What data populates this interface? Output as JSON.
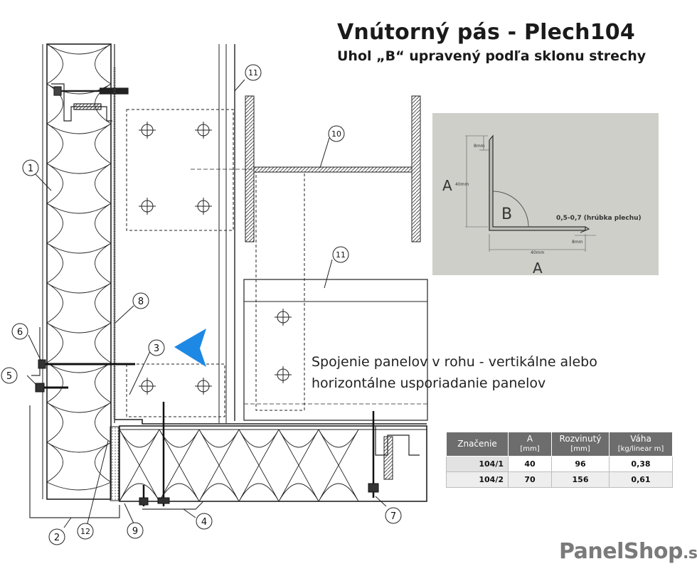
{
  "title": "Vnútorný pás - Plech104",
  "subtitle": "Uhol „B“ upravený podľa sklonu strechy",
  "caption_line1": "Spojenie panelov v rohu - vertikálne alebo",
  "caption_line2": "horizontálne usporiadanie panelov",
  "callouts": [
    "1",
    "2",
    "3",
    "4",
    "5",
    "6",
    "7",
    "8",
    "9",
    "10",
    "11",
    "11",
    "12"
  ],
  "profile_sketch": {
    "label_a_left": "A",
    "label_a_bottom": "A",
    "label_b": "B",
    "dim_left": "40mm",
    "dim_bottom": "40mm",
    "dim_top_hem": "8mm",
    "dim_right_hem": "8mm",
    "thickness_note": "0,5-0,7 (hrúbka plechu)"
  },
  "table": {
    "headers": [
      {
        "main": "Značenie",
        "unit": ""
      },
      {
        "main": "A",
        "unit": "[mm]"
      },
      {
        "main": "Rozvinutý",
        "unit": "[mm]"
      },
      {
        "main": "Váha",
        "unit": "[kg/linear m]"
      }
    ],
    "rows": [
      {
        "code": "104/1",
        "a": "40",
        "developed": "96",
        "weight": "0,38"
      },
      {
        "code": "104/2",
        "a": "70",
        "developed": "156",
        "weight": "0,61"
      }
    ]
  },
  "logo": {
    "text": "PanelShop",
    "suffix": ".sk"
  },
  "colors": {
    "accent_arrow": "#1e88e5",
    "inset_bg": "#cfcfca",
    "table_header": "#6d6d6d",
    "logo": "#7a7a7a"
  }
}
